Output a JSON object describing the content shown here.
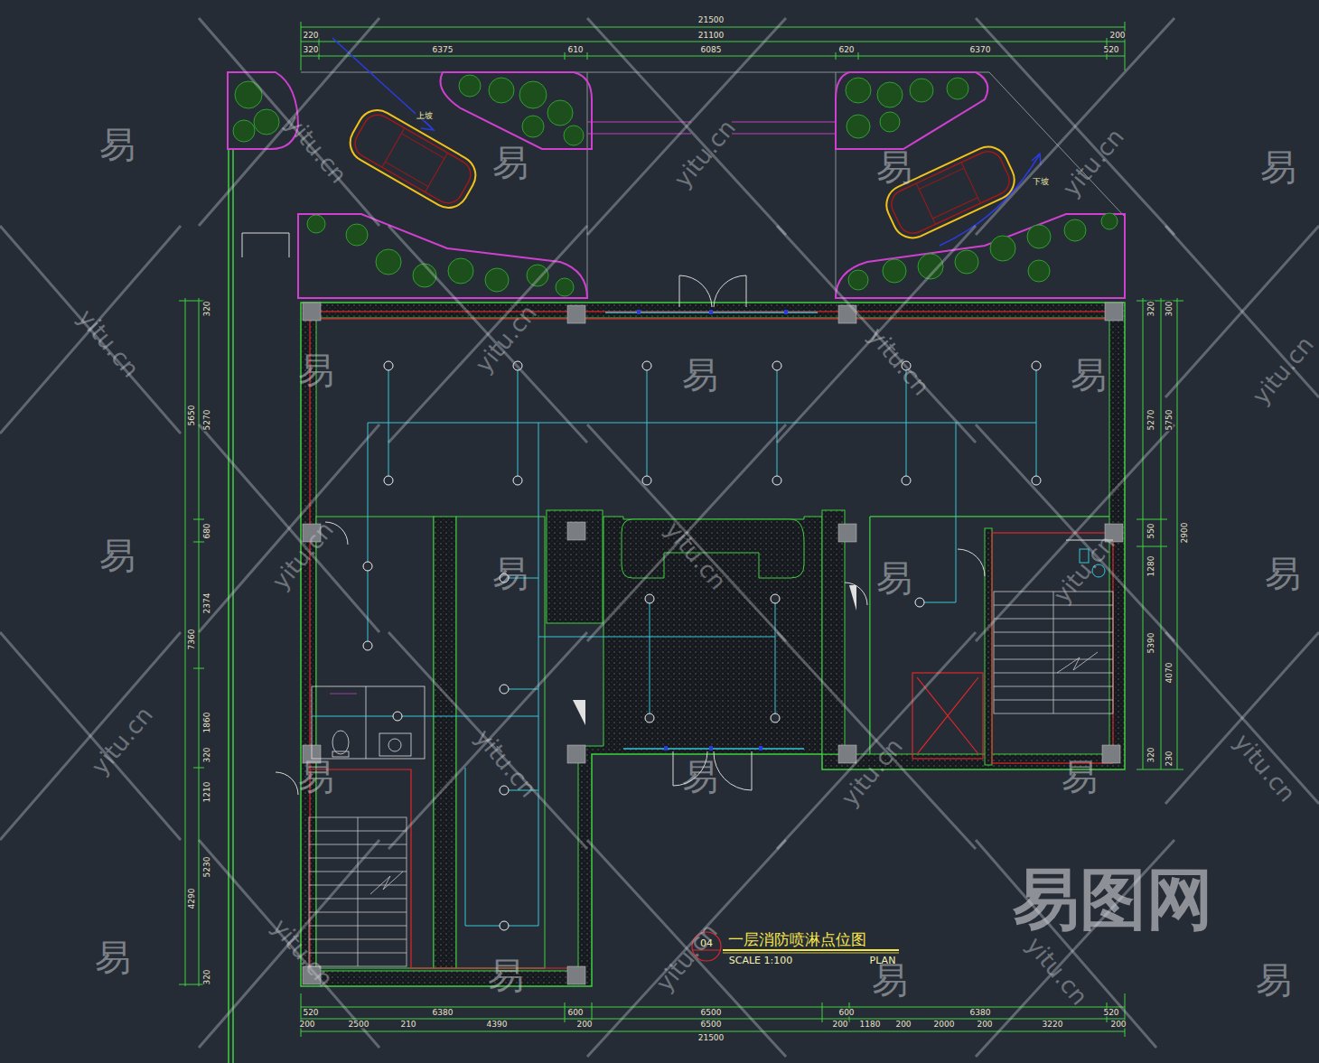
{
  "diagram": {
    "title": "一层消防喷淋点位图",
    "labels": [
      "21500",
      "220",
      "21100",
      "200",
      "320",
      "6375",
      "610",
      "6085",
      "620",
      "6370",
      "520",
      "520",
      "6380",
      "600",
      "6500",
      "600",
      "6380",
      "520",
      "200",
      "2500",
      "210",
      "4390",
      "200",
      "6500",
      "200",
      "1180",
      "200",
      "2000",
      "200",
      "3220",
      "200",
      "21500",
      "5650",
      "7360",
      "4290",
      "320",
      "5270",
      "680",
      "2374",
      "1860",
      "320",
      "1210",
      "5230",
      "320",
      "320",
      "5270",
      "550",
      "1280",
      "5390",
      "320",
      "300",
      "5750",
      "2900",
      "4070",
      "230",
      "上坡",
      "下坡",
      "04",
      "SCALE 1:100",
      "PLAN",
      "易",
      "易",
      "易",
      "易",
      "易",
      "易",
      "易",
      "易",
      "易",
      "易",
      "易",
      "易",
      "易",
      "易",
      "易",
      "易",
      "易",
      "易",
      "yitu.cn",
      "yitu.cn",
      "yitu.cn",
      "yitu.cn",
      "yitu.cn",
      "yitu.cn",
      "yitu.cn",
      "yitu.cn",
      "yitu.cn",
      "yitu.cn",
      "yitu.cn",
      "yitu.cn",
      "yitu.cn",
      "yitu.cn",
      "yitu.cn",
      "yitu.cn",
      "yitu.cn",
      "易图网"
    ]
  }
}
